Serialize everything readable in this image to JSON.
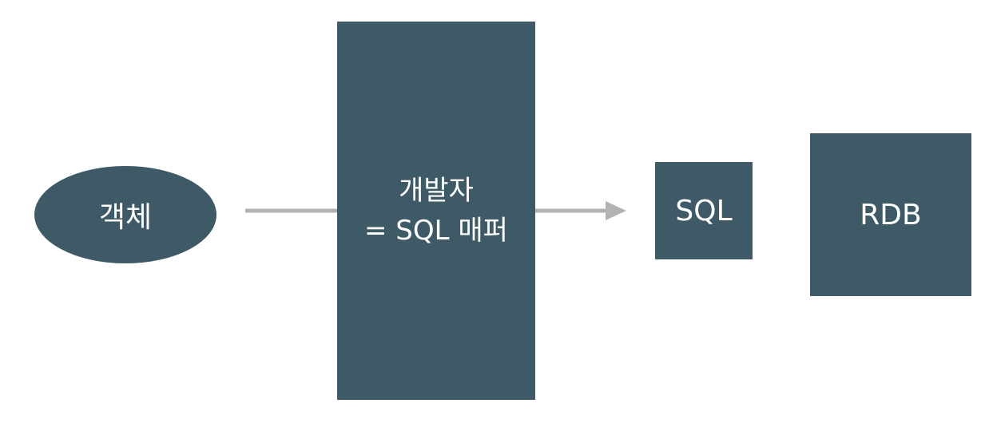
{
  "diagram": {
    "nodes": {
      "object": {
        "label": "객체"
      },
      "mapper": {
        "line1": "개발자",
        "line2": "= SQL 매퍼"
      },
      "sql": {
        "label": "SQL"
      },
      "rdb": {
        "label": "RDB"
      }
    },
    "edges": [
      {
        "from": "object",
        "to": "mapper",
        "arrowhead": false
      },
      {
        "from": "mapper",
        "to": "sql",
        "arrowhead": true
      }
    ],
    "colors": {
      "node_fill": "#3d5a66",
      "node_text": "#ffffff",
      "edge": "#b3b3b3",
      "background": "#ffffff"
    }
  }
}
